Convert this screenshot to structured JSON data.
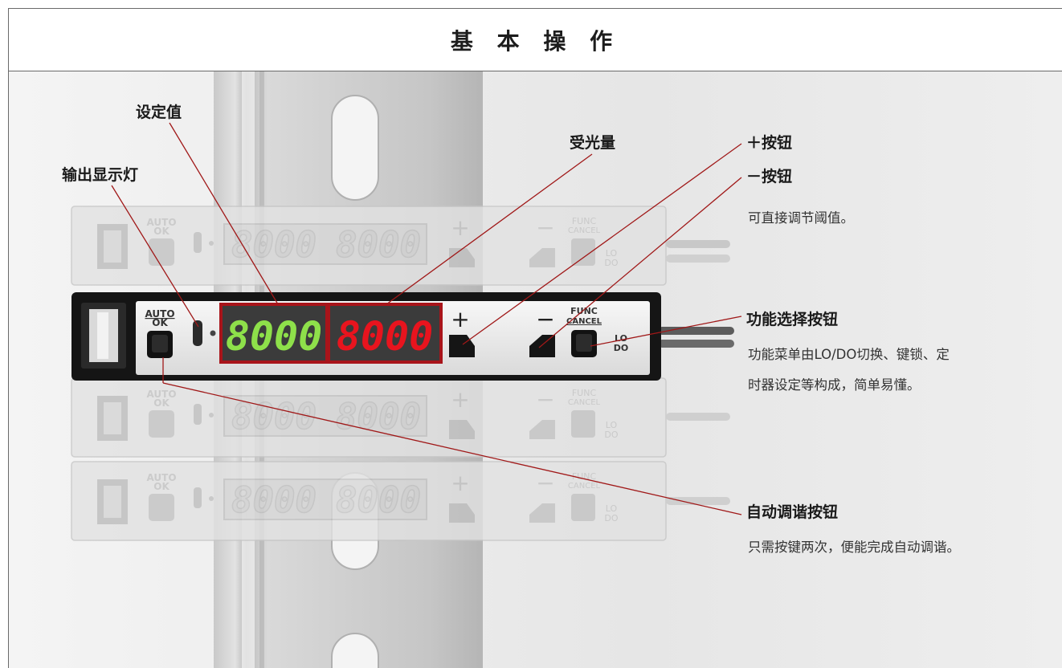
{
  "title": "基 本 操 作",
  "device": {
    "auto_label": "AUTO",
    "ok_label": "OK",
    "plus_label": "+",
    "minus_label": "−",
    "func_label": "FUNC",
    "cancel_label": "CANCEL",
    "lo_label": "LO",
    "do_label": "DO",
    "set_value_display": "8000",
    "received_light_display": "8000"
  },
  "labels": {
    "set_value": "设定值",
    "output_indicator": "输出显示灯",
    "received_light": "受光量",
    "plus_button": "＋按钮",
    "minus_button": "－按钮",
    "plus_minus_desc": "可直接调节阈值。",
    "function_button": "功能选择按钮",
    "function_desc_line1": "功能菜单由LO/DO切换、键锁、定",
    "function_desc_line2": "时器设定等构成，简单易懂。",
    "auto_tune_button": "自动调谐按钮",
    "auto_tune_desc": "只需按键两次，便能完成自动调谐。"
  },
  "colors": {
    "set_value_digits": "#8ee04a",
    "received_digits": "#e8141e",
    "highlight_box": "#a8141a",
    "leader_line": "#a01818"
  }
}
